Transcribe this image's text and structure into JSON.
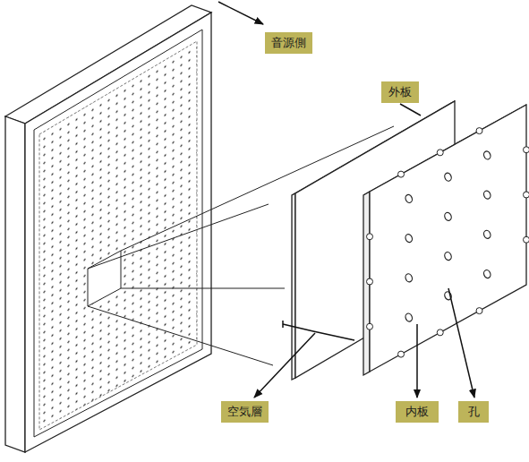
{
  "diagram": {
    "nodes": [
      {
        "text": [
          "音源側"
        ]
      },
      {
        "text": [
          "外板"
        ]
      },
      {
        "text": [
          "空気層"
        ]
      },
      {
        "text": [
          "内板"
        ]
      },
      {
        "text": [
          "孔"
        ]
      }
    ]
  }
}
